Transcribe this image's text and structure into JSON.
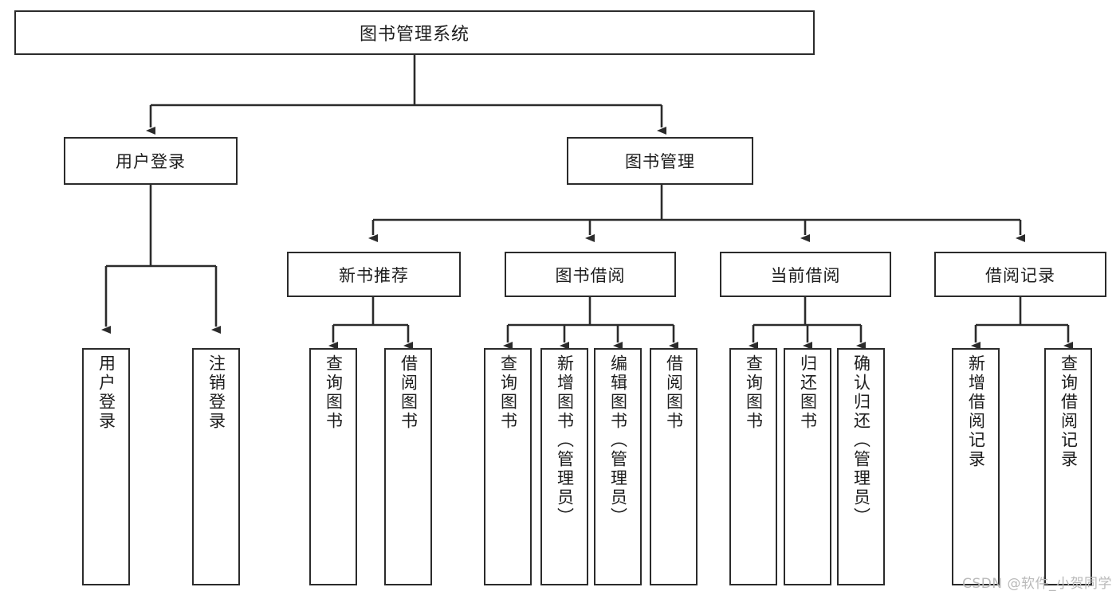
{
  "diagram": {
    "title": "图书管理系统",
    "type": "tree",
    "watermark": "CSDN @软件_小贺同学",
    "colors": {
      "stroke": "#2b2b2b",
      "fill": "#ffffff",
      "watermark": "#b9b9b9"
    },
    "root": {
      "label": "图书管理系统"
    },
    "level2": [
      {
        "label": "用户登录"
      },
      {
        "label": "图书管理"
      }
    ],
    "level3": [
      {
        "label": "新书推荐"
      },
      {
        "label": "图书借阅"
      },
      {
        "label": "当前借阅"
      },
      {
        "label": "借阅记录"
      }
    ],
    "leaves": {
      "user_login": [
        {
          "label": "用户登录"
        },
        {
          "label": "注销登录"
        }
      ],
      "new_book_recommend": [
        {
          "label": "查询图书"
        },
        {
          "label": "借阅图书"
        }
      ],
      "book_borrow": [
        {
          "label": "查询图书"
        },
        {
          "label": "新增图书（管理员）"
        },
        {
          "label": "编辑图书（管理员）"
        },
        {
          "label": "借阅图书"
        }
      ],
      "current_borrow": [
        {
          "label": "查询图书"
        },
        {
          "label": "归还图书"
        },
        {
          "label": "确认归还（管理员）"
        }
      ],
      "borrow_record": [
        {
          "label": "新增借阅记录"
        },
        {
          "label": "查询借阅记录"
        }
      ]
    }
  }
}
